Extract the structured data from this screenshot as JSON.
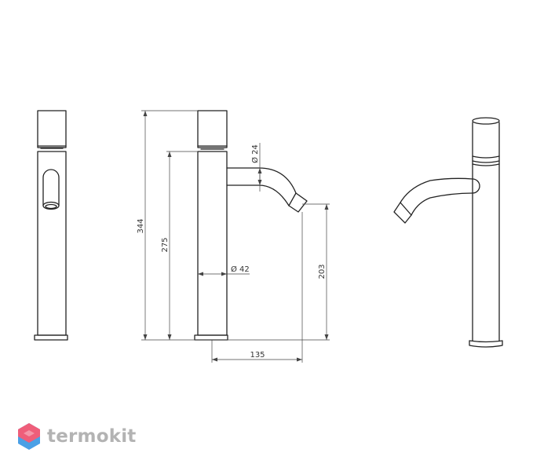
{
  "dimensions": {
    "total_height": "344",
    "base_to_outlet_height": "275",
    "spout_clearance": "203",
    "spout_reach": "135",
    "body_diameter": "Ø 42",
    "spout_diameter": "Ø 24"
  },
  "brand": {
    "name": "termokit",
    "colors": [
      "#e94b6a",
      "#2b8fe0"
    ]
  },
  "icons": [
    "hexagon-logo-icon"
  ]
}
